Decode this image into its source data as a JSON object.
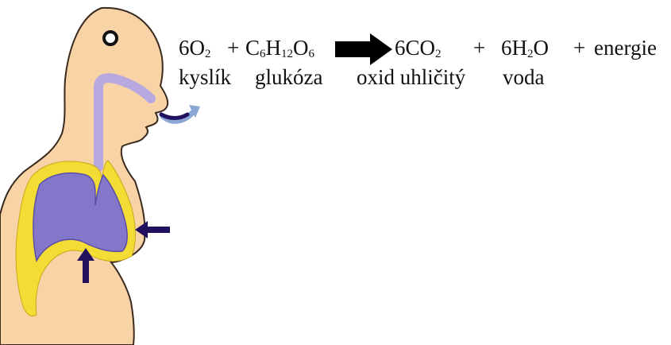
{
  "equation": {
    "reactant_1": {
      "coef": "6",
      "element": "O",
      "sub": "2"
    },
    "plus_1": "+",
    "reactant_2": {
      "e1": "C",
      "s1": "6",
      "e2": "H",
      "s2": "12",
      "e3": "O",
      "s3": "6"
    },
    "product_1": {
      "coef": "6",
      "e1": "CO",
      "s1": "2"
    },
    "plus_2": "+",
    "product_2": {
      "coef": "6",
      "e1": "H",
      "s1": "2",
      "e2": "O"
    },
    "plus_3": "+",
    "product_3": "energie"
  },
  "labels": {
    "kyslik": "kyslík",
    "glukoza": "glukóza",
    "oxid": "oxid uhličitý",
    "voda": "voda"
  },
  "colors": {
    "skin": "#f8d3a6",
    "skin_outline": "#3a2a1f",
    "lung": "#8477c9",
    "lung_dark": "#5a4ea6",
    "pleura": "#f3dc33",
    "airway": "#b7a9e0",
    "arrow": "#20105e",
    "reaction_arrow": "#000000"
  },
  "icons": {
    "eye": "eye-icon",
    "diaphragm_arrow": "arrow-up-icon",
    "chest_arrow": "arrow-left-icon",
    "exhale_arrow": "curved-arrow-icon",
    "reaction_arrow": "arrow-right-icon"
  }
}
